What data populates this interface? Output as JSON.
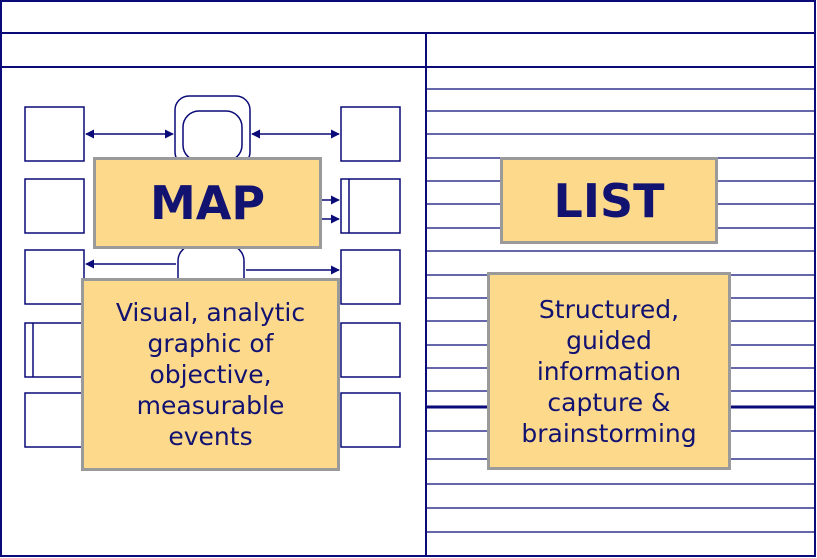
{
  "colors": {
    "line": "#0a0a78",
    "card_fill": "#fdd98c",
    "card_border": "#9a9a9a",
    "text": "#121270"
  },
  "map_card": {
    "title": "MAP",
    "description": "Visual, analytic\ngraphic of\nobjective,\nmeasurable\nevents"
  },
  "list_card": {
    "title": "LIST",
    "description": "Structured,\nguided\ninformation\ncapture &\nbrainstorming"
  }
}
